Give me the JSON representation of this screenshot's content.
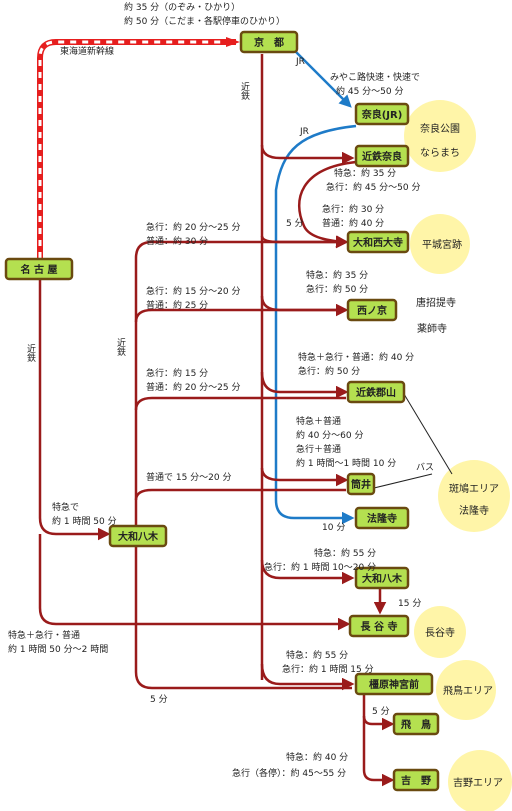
{
  "colors": {
    "kintetsu_line": "#9a1b1b",
    "jr_line": "#1e7bc8",
    "shinkansen": "#e61e1e",
    "station_fill": "#b4e050",
    "station_border": "#6a4a10",
    "area_bubble": "#fff5a8"
  },
  "stations": {
    "kyoto": "京　都",
    "nagoya": "名 古 屋",
    "nara_jr": "奈良(JR)",
    "kintetsu_nara": "近鉄奈良",
    "yamato_saidaiji": "大和西大寺",
    "nishinokyo": "西ノ京",
    "kintetsu_koriyama": "近鉄郡山",
    "tsutsui": "筒井",
    "horyuji": "法隆寺",
    "yamato_yagi_left": "大和八木",
    "yamato_yagi_right": "大和八木",
    "hasedera": "長 谷 寺",
    "kashiharajingumae": "橿原神宮前",
    "asuka": "飛　鳥",
    "yoshino": "吉　野"
  },
  "areas": {
    "nara_park": "奈良公園",
    "naramachi": "ならまち",
    "heijo": "平城宮跡",
    "toshodaiji": "唐招提寺",
    "yakushiji": "薬師寺",
    "ikaruga": "斑鳩エリア",
    "horyuji": "法隆寺",
    "hasedera": "長谷寺",
    "asuka": "飛鳥エリア",
    "yoshino": "吉野エリア"
  },
  "labels": {
    "shinkansen_time1": "約 35 分（のぞみ・ひかり）",
    "shinkansen_time2": "約 50 分（こだま・各駅停車のひかり）",
    "tokaido": "東海道新幹線",
    "jr_top": "JR",
    "jr_mid": "JR",
    "kintetsu_kyoto": "近鉄",
    "kintetsu_nagoya": "近鉄",
    "kintetsu_mid": "近鉄",
    "miyakoji1": "みやこ路快速・快速で",
    "miyakoji2": "約 45 分〜50 分",
    "nara_t1": "特急：約 35 分",
    "nara_t2": "急行：約 45 分〜50 分",
    "saidaiji_t1": "急行：約 30 分",
    "saidaiji_t2": "普通：約 40 分",
    "five_min_a": "5 分",
    "saidaiji_left1": "急行：約 20 分〜25 分",
    "saidaiji_left2": "普通：約 30 分",
    "nishino_left1": "急行：約 15 分〜20 分",
    "nishino_left2": "普通：約 25 分",
    "nishino_r1": "特急：約 35 分",
    "nishino_r2": "急行：約 50 分",
    "koriyama_r1": "特急＋急行・普通：約 40 分",
    "koriyama_r2": "急行：約 50 分",
    "koriyama_l1": "急行：約 15 分",
    "koriyama_l2": "普通：約 20 分〜25 分",
    "tsutsui_r1": "特急＋普通",
    "tsutsui_r2": "約 40 分〜60 分",
    "tsutsui_r3": "急行＋普通",
    "tsutsui_r4": "約 1 時間〜1 時間 10 分",
    "tsutsui_l": "普通で 15 分〜20 分",
    "bus": "バス",
    "horyuji_t": "10 分",
    "nagoya_yagi1": "特急で",
    "nagoya_yagi2": "約 1 時間 50 分",
    "yagi_r1": "特急：約 55 分",
    "yagi_r2": "急行：約 1 時間 10〜20 分",
    "hase_t": "15 分",
    "hase_l1": "特急＋急行・普通",
    "hase_l2": "約 1 時間 50 分〜2 時間",
    "kashi_r1": "特急：約 55 分",
    "kashi_r2": "急行：約 1 時間 15 分",
    "five_min_b": "5 分",
    "asuka_t": "5 分",
    "yoshino_r1": "特急：約 40 分",
    "yoshino_r2": "急行（各停）：約 45〜55 分"
  }
}
